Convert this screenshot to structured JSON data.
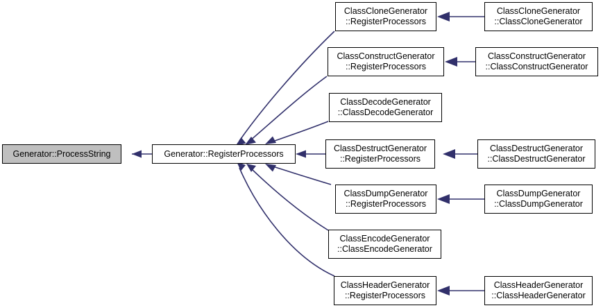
{
  "diagram": {
    "type": "caller-graph",
    "title": "Generator::ProcessString caller graph",
    "edge_color": "#31306b",
    "current_node_fill": "#bfbfbf",
    "node_fill": "#ffffff",
    "node_border": "#000000"
  },
  "nodes": {
    "root": {
      "line1": "Generator::ProcessString",
      "line2": ""
    },
    "hub": {
      "line1": "Generator::RegisterProcessors",
      "line2": ""
    },
    "mid": [
      {
        "line1": "ClassCloneGenerator",
        "line2": "::RegisterProcessors"
      },
      {
        "line1": "ClassConstructGenerator",
        "line2": "::RegisterProcessors"
      },
      {
        "line1": "ClassDecodeGenerator",
        "line2": "::ClassDecodeGenerator"
      },
      {
        "line1": "ClassDestructGenerator",
        "line2": "::RegisterProcessors"
      },
      {
        "line1": "ClassDumpGenerator",
        "line2": "::RegisterProcessors"
      },
      {
        "line1": "ClassEncodeGenerator",
        "line2": "::ClassEncodeGenerator"
      },
      {
        "line1": "ClassHeaderGenerator",
        "line2": "::RegisterProcessors"
      }
    ],
    "right": [
      {
        "line1": "ClassCloneGenerator",
        "line2": "::ClassCloneGenerator"
      },
      {
        "line1": "ClassConstructGenerator",
        "line2": "::ClassConstructGenerator"
      },
      {
        "line1": "ClassDestructGenerator",
        "line2": "::ClassDestructGenerator"
      },
      {
        "line1": "ClassDumpGenerator",
        "line2": "::ClassDumpGenerator"
      },
      {
        "line1": "ClassHeaderGenerator",
        "line2": "::ClassHeaderGenerator"
      }
    ]
  }
}
